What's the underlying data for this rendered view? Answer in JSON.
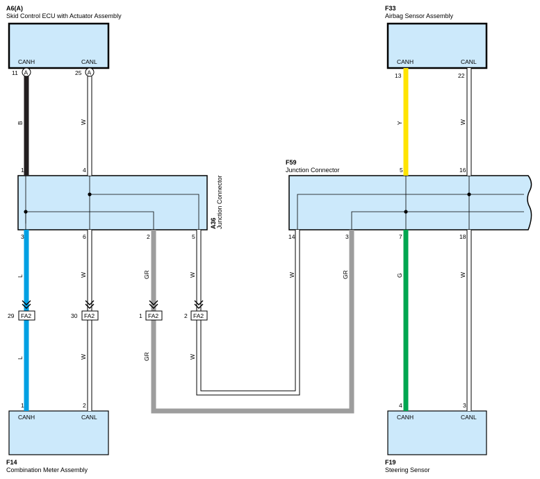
{
  "components": {
    "a6": {
      "code": "A6(A)",
      "name": "Skid Control ECU with Actuator Assembly",
      "canh": "CANH",
      "canl": "CANL",
      "pin_h": "11",
      "pin_l": "25",
      "connector_mark": "A"
    },
    "f33": {
      "code": "F33",
      "name": "Airbag Sensor Assembly",
      "canh": "CANH",
      "canl": "CANL",
      "pin_h": "13",
      "pin_l": "22"
    },
    "f14": {
      "code": "F14",
      "name": "Combination Meter Assembly",
      "canh": "CANH",
      "canl": "CANL",
      "pin_h": "1",
      "pin_l": "2"
    },
    "f19": {
      "code": "F19",
      "name": "Steering Sensor",
      "canh": "CANH",
      "canl": "CANL",
      "pin_h": "4",
      "pin_l": "3"
    }
  },
  "junctions": {
    "a36": {
      "code": "A36",
      "name": "Junction Connector",
      "pins_top": [
        "1",
        "4"
      ],
      "pins_bottom": [
        "3",
        "6",
        "2",
        "5"
      ]
    },
    "f59": {
      "code": "F59",
      "name": "Junction Connector",
      "pins_top": [
        "5",
        "16"
      ],
      "pins_bottom": [
        "14",
        "3",
        "7",
        "18"
      ]
    }
  },
  "connector_fa2": {
    "label": "FA2",
    "pins": [
      "29",
      "30",
      "1",
      "2"
    ]
  },
  "wire_colors": {
    "a6_canh": "B",
    "a6_canl": "W",
    "a36_3": "L",
    "a36_6": "W",
    "a36_2": "GR",
    "a36_5": "W",
    "fa2_29": "L",
    "fa2_30": "W",
    "fa2_1": "GR",
    "fa2_2": "W",
    "f59_14": "W",
    "f59_3": "GR",
    "f33_canh": "Y",
    "f33_canl": "W",
    "f59_7": "G",
    "f59_18": "W"
  },
  "colors": {
    "box_fill": "#cce9fb",
    "wire_black": "#231f20",
    "wire_blue": "#00a0e3",
    "wire_gray": "#9d9d9d",
    "wire_yellow": "#ffe400",
    "wire_green": "#00a650",
    "wire_white": "#ffffff"
  }
}
